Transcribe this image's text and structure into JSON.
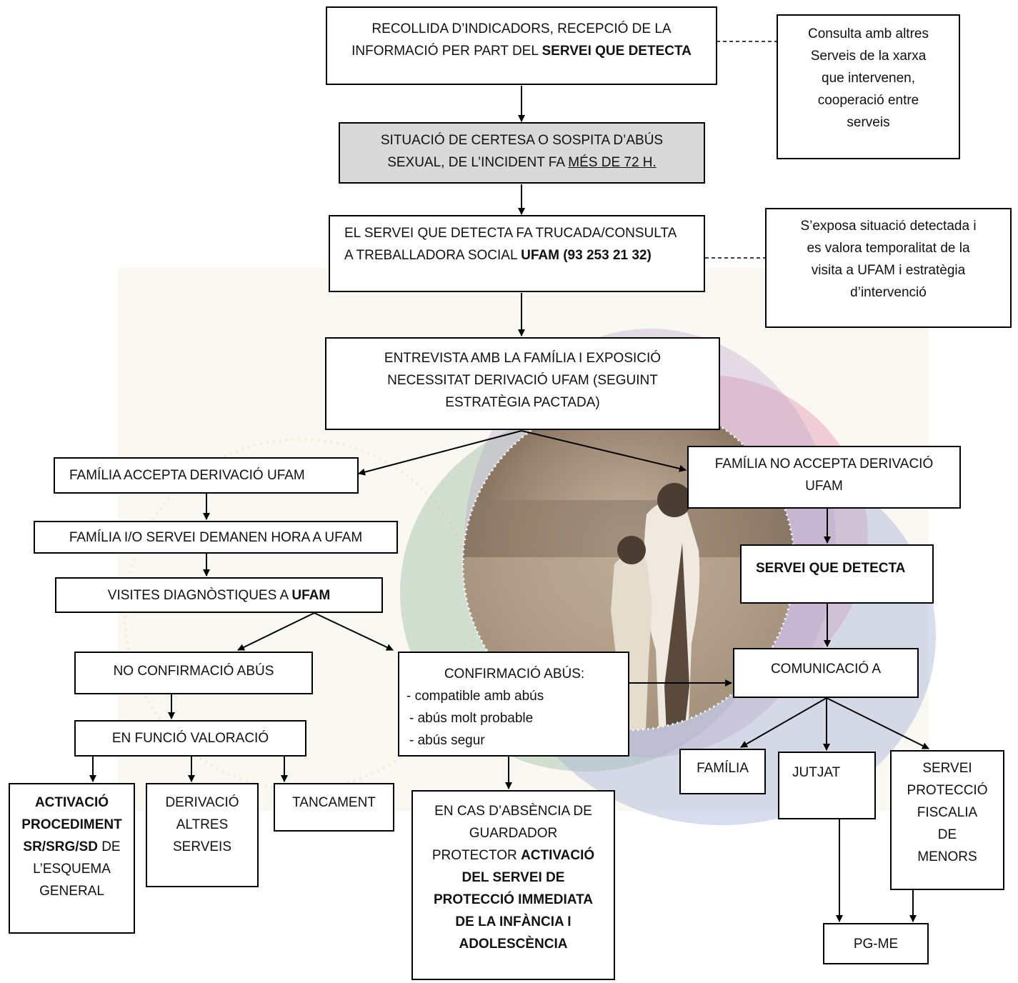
{
  "nodes": {
    "recollida": {
      "l1": "RECOLLIDA D’INDICADORS, RECEPCIÓ DE LA",
      "l2a": "INFORMACIÓ PER PART DEL ",
      "l2b": "SERVEI QUE DETECTA"
    },
    "consulta": {
      "l1": "Consulta  amb altres",
      "l2": "Serveis de la xarxa",
      "l3": "que intervenen,",
      "l4": "cooperació entre",
      "l5": "serveis"
    },
    "situacio": {
      "l1": "SITUACIÓ DE CERTESA O SOSPITA  D’ABÚS",
      "l2a": "SEXUAL,  DE L’INCIDENT  FA ",
      "l2b": "MÉS  DE 72 H."
    },
    "trucada": {
      "l1": "EL SERVEI QUE  DETECTA FA TRUCADA/CONSULTA",
      "l2a": "A TREBALLADORA SOCIAL   ",
      "l2b": "UFAM (93 253 21 32)"
    },
    "exposa": {
      "l1": "S’exposa situació  detectada i",
      "l2": "es valora  temporalitat de la",
      "l3": "visita a UFAM i estratègia",
      "l4": "d’intervenció"
    },
    "entrevista": {
      "l1": "ENTREVISTA  AMB LA FAMÍLIA I EXPOSICIÓ",
      "l2": "NECESSITAT DERIVACIÓ UFAM (SEGUINT",
      "l3": "ESTRATÈGIA PACTADA)"
    },
    "accepta": {
      "l1": "FAMÍLIA  ACCEPTA DERIVACIÓ  UFAM"
    },
    "no_accepta": {
      "l1": "FAMÍLIA   NO ACCEPTA DERIVACIÓ",
      "l2": "UFAM"
    },
    "demanen": {
      "l1": "FAMÍLIA   I/O SERVEI DEMANEN HORA A UFAM"
    },
    "servei_detecta": {
      "l1": "SERVEI QUE DETECTA"
    },
    "visites": {
      "l1a": "VISITES DIAGNÒSTIQUES A ",
      "l1b": "UFAM"
    },
    "no_confirmacio": {
      "l1": "NO CONFIRMACIÓ  ABÚS"
    },
    "confirmacio": {
      "l1": "CONFIRMACIÓ ABÚS:",
      "l2": "- compatible amb abús",
      "l3": "-  abús molt probable",
      "l4": "-  abús segur"
    },
    "comunicacio": {
      "l1": "COMUNICACIÓ  A"
    },
    "en_funcio": {
      "l1": "EN FUNCIÓ VALORACIÓ"
    },
    "activacio": {
      "l1": "ACTIVACIÓ",
      "l2": "PROCEDIMENT",
      "l3a": "SR/SRG/SD",
      "l3b": " DE",
      "l4": "L’ESQUEMA",
      "l5": "GENERAL"
    },
    "derivacio": {
      "l1": "DERIVACIÓ",
      "l2": "ALTRES",
      "l3": "SERVEIS"
    },
    "tancament": {
      "l1": "TANCAMENT"
    },
    "absencia": {
      "l1": "EN CAS D’ABSÈNCIA DE",
      "l2": "GUARDADOR",
      "l3a": "PROTECTOR ",
      "l3b": "ACTIVACIÓ",
      "l4": "DEL SERVEI DE",
      "l5": "PROTECCIÓ IMMEDIATA",
      "l6": "DE LA INFÀNCIA I",
      "l7": "ADOLESCÈNCIA"
    },
    "familia": {
      "l1": "FAMÍLIA"
    },
    "jutjat": {
      "l1": "JUTJAT"
    },
    "fiscalia": {
      "l1": "SERVEI",
      "l2": "PROTECCIÓ",
      "l3": "FISCALIA",
      "l4": "DE",
      "l5": "MENORS"
    },
    "pgme": {
      "l1": "PG-ME"
    }
  }
}
